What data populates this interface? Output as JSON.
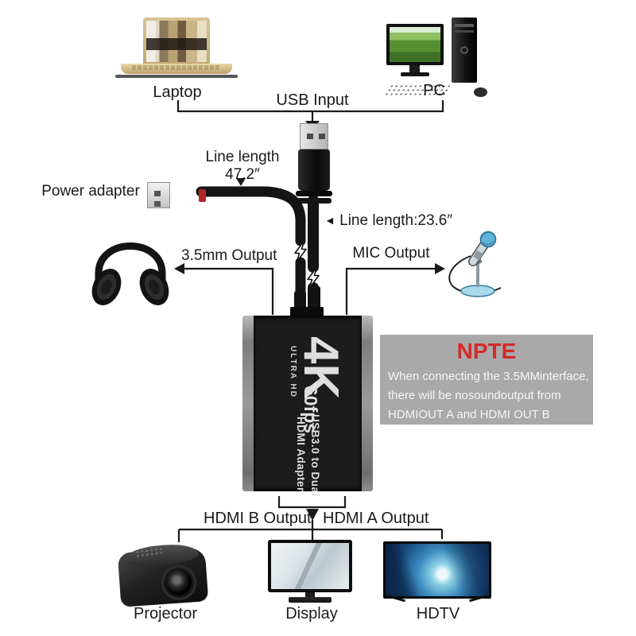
{
  "colors": {
    "line": "#1a1a1a",
    "note_bg": "#a9a9a9",
    "note_title_red": "#d42a2a",
    "note_text": "#f5f5f5",
    "red_connector": "#c92a2a",
    "device_body": "#161616",
    "device_rail": "#8b8b8b",
    "mic_blue": "#5fb3d9",
    "laptop_gold": "#cbb183",
    "pc_screen_green": "#579033"
  },
  "sources": {
    "laptop_label": "Laptop",
    "pc_label": "PC",
    "usb_input_label": "USB Input"
  },
  "cables": {
    "top_line_length_line1": "Line length",
    "top_line_length_line2": "47.2″",
    "power_adapter_label": "Power adapter",
    "side_arrow_glyph": "◄",
    "side_line_length": " Line length:23.6″"
  },
  "audio": {
    "headphone_output_label": "3.5mm Output",
    "mic_output_label": "MIC Output"
  },
  "device": {
    "k4": "4K",
    "ultra_hd": "ULTRA HD",
    "fps": "60fps",
    "desc_line1": "USB3.0 to Dual",
    "desc_line2": "HDMI Adapter"
  },
  "note": {
    "title": "NPTE",
    "line1": "When connecting the 3.5MMinterface,",
    "line2": "there will be nosoundoutput from",
    "line3": "HDMIOUT A and HDMI OUT B"
  },
  "outputs": {
    "hdmi_b_label": "HDMI B Output",
    "hdmi_a_label": "HDMI A Output"
  },
  "sinks": {
    "projector_label": "Projector",
    "display_label": "Display",
    "hdtv_label": "HDTV"
  }
}
